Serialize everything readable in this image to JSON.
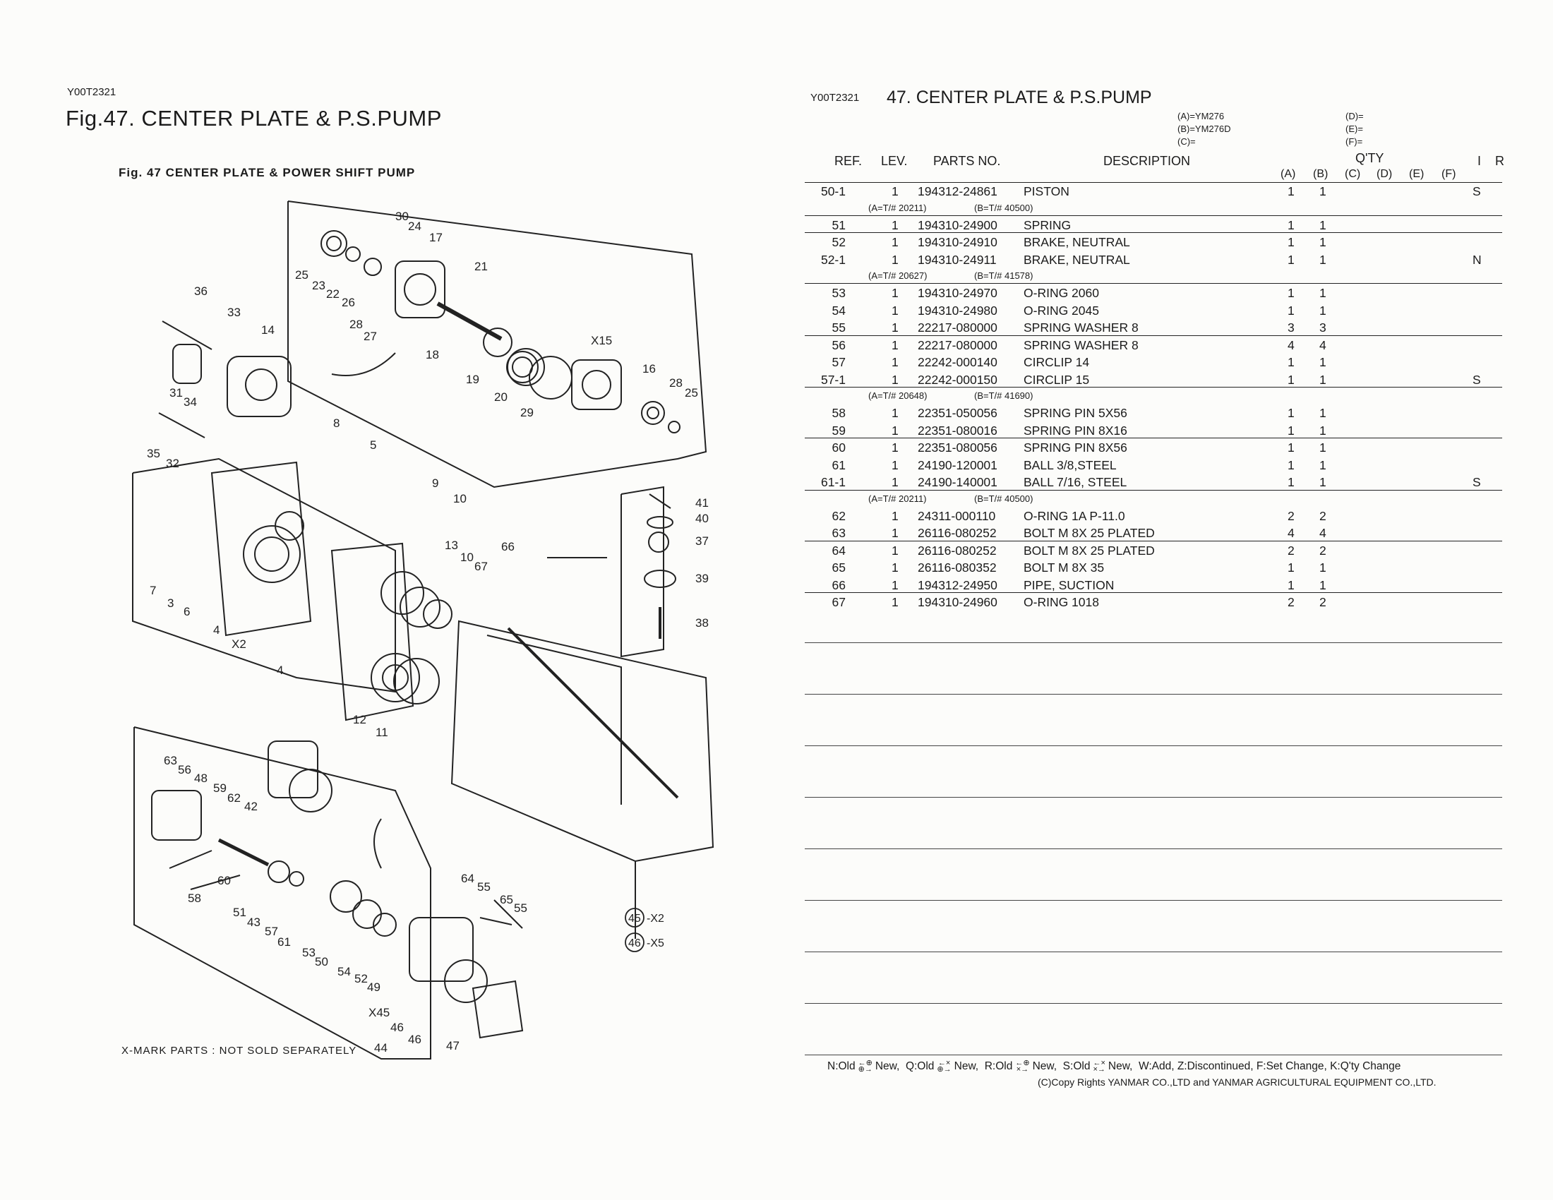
{
  "left": {
    "code": "Y00T2321",
    "title": "Fig.47.  CENTER PLATE & P.S.PUMP",
    "subtitle": "Fig. 47   CENTER PLATE & POWER SHIFT PUMP",
    "note": "X-MARK PARTS : NOT SOLD SEPARATELY",
    "callouts": [
      "36",
      "33",
      "14",
      "31",
      "34",
      "35",
      "32",
      "30",
      "24",
      "17",
      "25",
      "23",
      "22",
      "26",
      "28",
      "27",
      "21",
      "18",
      "19",
      "20",
      "29",
      "X15",
      "16",
      "28",
      "25",
      "8",
      "5",
      "9",
      "10",
      "13",
      "10",
      "67",
      "66",
      "41",
      "40",
      "37",
      "39",
      "38",
      "7",
      "3",
      "6",
      "4",
      "X2",
      "4",
      "12",
      "11",
      "63",
      "56",
      "48",
      "59",
      "62",
      "42",
      "60",
      "58",
      "51",
      "43",
      "57",
      "61",
      "53",
      "50",
      "54",
      "52",
      "49",
      "X45",
      "46",
      "46",
      "44",
      "47",
      "64",
      "55",
      "65",
      "55"
    ],
    "circled_refs": [
      {
        "num": "45",
        "label": "-X2"
      },
      {
        "num": "46",
        "label": "-X5"
      }
    ]
  },
  "right": {
    "code": "Y00T2321",
    "title": "47.  CENTER PLATE & P.S.PUMP",
    "models_left": [
      "(A)=YM276",
      "(B)=YM276D",
      "(C)="
    ],
    "models_right": [
      "(D)=",
      "(E)=",
      "(F)="
    ],
    "headers": {
      "ref": "REF.",
      "lev": "LEV.",
      "parts": "PARTS NO.",
      "desc": "DESCRIPTION",
      "qty": "Q'TY",
      "a": "(A)",
      "b": "(B)",
      "c": "(C)",
      "d": "(D)",
      "e": "(E)",
      "f": "(F)",
      "i": "I",
      "r": "R"
    },
    "rows": [
      {
        "type": "part",
        "ref": "50-1",
        "lev": "1",
        "no": "194312-24861",
        "desc": "PISTON",
        "a": "1",
        "b": "1",
        "i": "S"
      },
      {
        "type": "sub",
        "a": "(A=T/# 20211)",
        "b": "(B=T/# 40500)",
        "rule": true
      },
      {
        "type": "part",
        "ref": "51",
        "lev": "1",
        "no": "194310-24900",
        "desc": "SPRING",
        "a": "1",
        "b": "1",
        "i": "",
        "rule": true
      },
      {
        "type": "part",
        "ref": "52",
        "lev": "1",
        "no": "194310-24910",
        "desc": "BRAKE, NEUTRAL",
        "a": "1",
        "b": "1",
        "i": ""
      },
      {
        "type": "part",
        "ref": "52-1",
        "lev": "1",
        "no": "194310-24911",
        "desc": "BRAKE, NEUTRAL",
        "a": "1",
        "b": "1",
        "i": "N"
      },
      {
        "type": "sub",
        "a": "(A=T/# 20627)",
        "b": "(B=T/# 41578)",
        "rule": true
      },
      {
        "type": "part",
        "ref": "53",
        "lev": "1",
        "no": "194310-24970",
        "desc": "O-RING 2060",
        "a": "1",
        "b": "1",
        "i": ""
      },
      {
        "type": "part",
        "ref": "54",
        "lev": "1",
        "no": "194310-24980",
        "desc": "O-RING 2045",
        "a": "1",
        "b": "1",
        "i": ""
      },
      {
        "type": "part",
        "ref": "55",
        "lev": "1",
        "no": "22217-080000",
        "desc": "SPRING WASHER  8",
        "a": "3",
        "b": "3",
        "i": "",
        "rule": true
      },
      {
        "type": "part",
        "ref": "56",
        "lev": "1",
        "no": "22217-080000",
        "desc": "SPRING WASHER  8",
        "a": "4",
        "b": "4",
        "i": ""
      },
      {
        "type": "part",
        "ref": "57",
        "lev": "1",
        "no": "22242-000140",
        "desc": "CIRCLIP  14",
        "a": "1",
        "b": "1",
        "i": ""
      },
      {
        "type": "part",
        "ref": "57-1",
        "lev": "1",
        "no": "22242-000150",
        "desc": "CIRCLIP  15",
        "a": "1",
        "b": "1",
        "i": "S",
        "rule": true
      },
      {
        "type": "sub",
        "a": "(A=T/# 20648)",
        "b": "(B=T/# 41690)"
      },
      {
        "type": "part",
        "ref": "58",
        "lev": "1",
        "no": "22351-050056",
        "desc": "SPRING PIN 5X56",
        "a": "1",
        "b": "1",
        "i": ""
      },
      {
        "type": "part",
        "ref": "59",
        "lev": "1",
        "no": "22351-080016",
        "desc": "SPRING PIN 8X16",
        "a": "1",
        "b": "1",
        "i": "",
        "rule": true
      },
      {
        "type": "part",
        "ref": "60",
        "lev": "1",
        "no": "22351-080056",
        "desc": "SPRING PIN 8X56",
        "a": "1",
        "b": "1",
        "i": ""
      },
      {
        "type": "part",
        "ref": "61",
        "lev": "1",
        "no": "24190-120001",
        "desc": "BALL 3/8,STEEL",
        "a": "1",
        "b": "1",
        "i": ""
      },
      {
        "type": "part",
        "ref": "61-1",
        "lev": "1",
        "no": "24190-140001",
        "desc": "BALL 7/16, STEEL",
        "a": "1",
        "b": "1",
        "i": "S",
        "rule": true
      },
      {
        "type": "sub",
        "a": "(A=T/# 20211)",
        "b": "(B=T/# 40500)"
      },
      {
        "type": "part",
        "ref": "62",
        "lev": "1",
        "no": "24311-000110",
        "desc": "O-RING 1A P-11.0",
        "a": "2",
        "b": "2",
        "i": ""
      },
      {
        "type": "part",
        "ref": "63",
        "lev": "1",
        "no": "26116-080252",
        "desc": "BOLT M 8X 25 PLATED",
        "a": "4",
        "b": "4",
        "i": "",
        "rule": true
      },
      {
        "type": "part",
        "ref": "64",
        "lev": "1",
        "no": "26116-080252",
        "desc": "BOLT M 8X 25 PLATED",
        "a": "2",
        "b": "2",
        "i": ""
      },
      {
        "type": "part",
        "ref": "65",
        "lev": "1",
        "no": "26116-080352",
        "desc": "BOLT M 8X 35",
        "a": "1",
        "b": "1",
        "i": ""
      },
      {
        "type": "part",
        "ref": "66",
        "lev": "1",
        "no": "194312-24950",
        "desc": "PIPE, SUCTION",
        "a": "1",
        "b": "1",
        "i": "",
        "rule": true
      },
      {
        "type": "part",
        "ref": "67",
        "lev": "1",
        "no": "194310-24960",
        "desc": "O-RING 1018",
        "a": "2",
        "b": "2",
        "i": ""
      }
    ],
    "legend": {
      "n": "N:Old",
      "n_new": "New,",
      "q": "Q:Old",
      "q_new": "New,",
      "r": "R:Old",
      "r_new": "New,",
      "s": "S:Old",
      "s_new": "New,",
      "rest": "W:Add,  Z:Discontinued,  F:Set Change,  K:Q'ty Change"
    },
    "copyright": "(C)Copy Rights  YANMAR CO.,LTD and YANMAR AGRICULTURAL EQUIPMENT CO.,LTD."
  }
}
